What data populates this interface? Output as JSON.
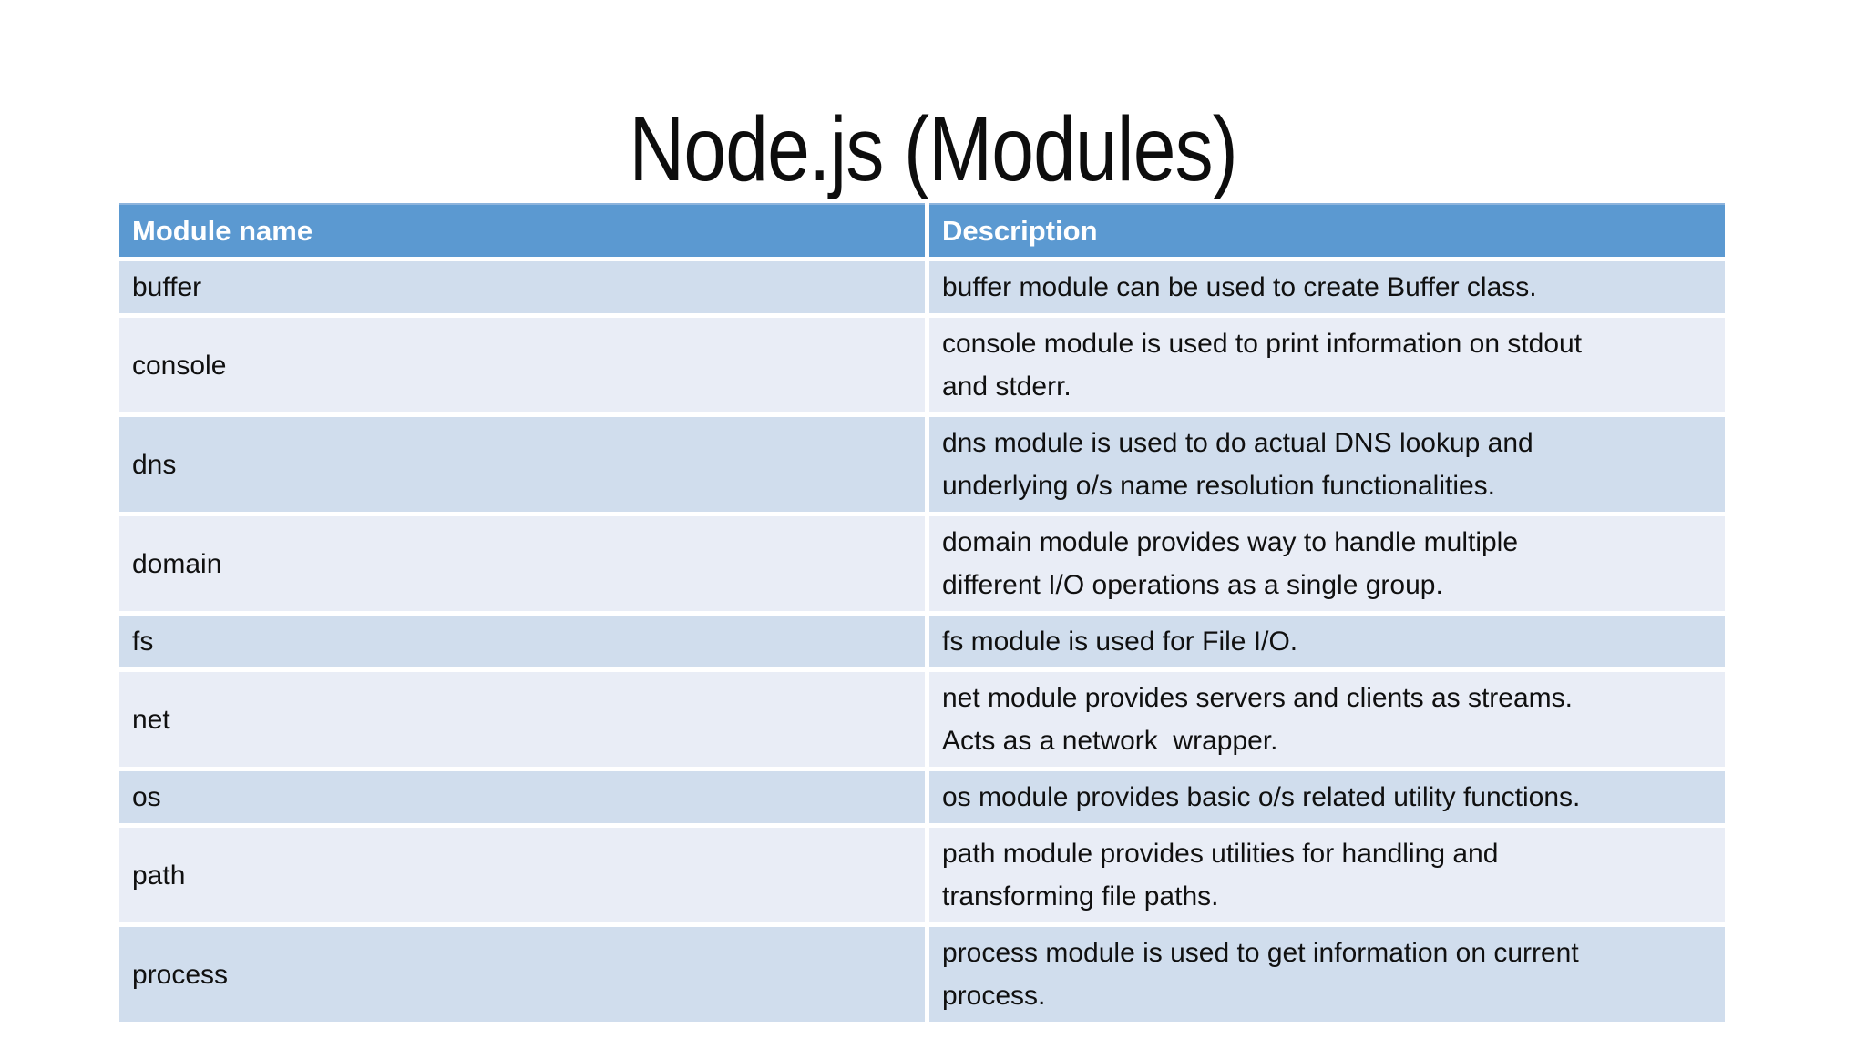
{
  "slide": {
    "title": "Node.js (Modules)"
  },
  "table": {
    "columns": [
      {
        "label": "Module name"
      },
      {
        "label": "Description"
      }
    ],
    "rows": [
      {
        "module": "buffer",
        "description": "buffer module can be used to create Buffer class."
      },
      {
        "module": "console",
        "description": "console module is used to print information on stdout\nand stderr."
      },
      {
        "module": "dns",
        "description": "dns module is used to do actual DNS lookup and\nunderlying o/s name resolution functionalities."
      },
      {
        "module": "domain",
        "description": "domain module provides way to handle multiple\ndifferent I/O operations as a single group."
      },
      {
        "module": "fs",
        "description": "fs module is used for File I/O."
      },
      {
        "module": "net",
        "description": "net module provides servers and clients as streams.\nActs as a network  wrapper."
      },
      {
        "module": "os",
        "description": "os module provides basic o/s related utility functions."
      },
      {
        "module": "path",
        "description": "path module provides utilities for handling and\ntransforming file paths."
      },
      {
        "module": "process",
        "description": "process module is used to get information on current\nprocess."
      }
    ]
  },
  "colors": {
    "header_bg": "#5B99D1",
    "header_text": "#FFFFFF",
    "row_band_dark": "#D0DDED",
    "row_band_light": "#E9EDF6",
    "body_text": "#101010",
    "background": "#FFFFFF"
  }
}
